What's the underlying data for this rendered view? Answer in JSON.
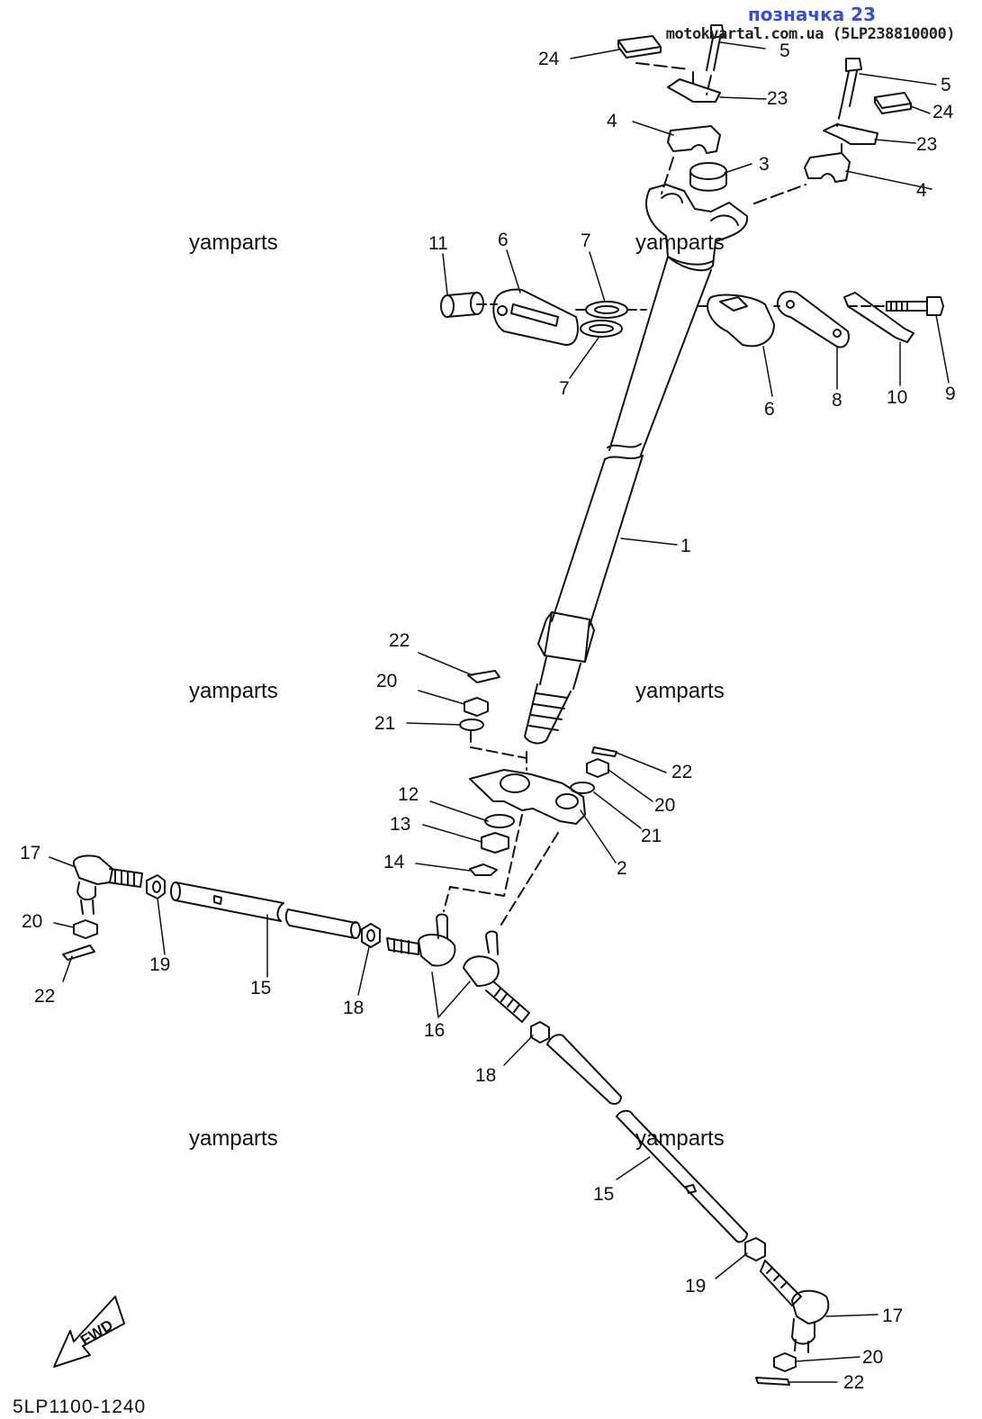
{
  "header": {
    "title": "позначка 23",
    "source": "motokvartal.com.ua (5LP238810000)"
  },
  "watermark": "yamparts",
  "diagram_code": "5LP1100-1240",
  "fwd_label": "FWD",
  "part_labels": {
    "p1": "1",
    "p2": "2",
    "p3": "3",
    "p4": "4",
    "p5": "5",
    "p6": "6",
    "p7": "7",
    "p8": "8",
    "p9": "9",
    "p10": "10",
    "p11": "11",
    "p12": "12",
    "p13": "13",
    "p14": "14",
    "p15": "15",
    "p16": "16",
    "p17": "17",
    "p18": "18",
    "p19": "19",
    "p20": "20",
    "p21": "21",
    "p22": "22",
    "p23": "23",
    "p24": "24"
  },
  "colors": {
    "ink": "#111111",
    "header_accent": "#3a4fd0",
    "background": "#ffffff"
  }
}
